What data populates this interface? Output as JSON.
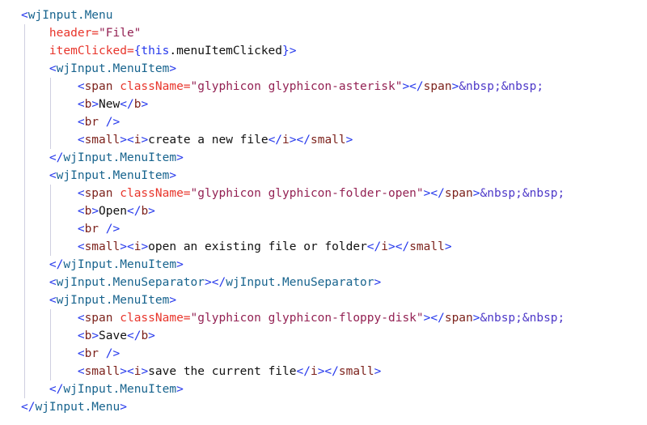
{
  "palette": {
    "p": "#2437ec",
    "kw": "#2437ec",
    "comp": "#18648e",
    "htag": "#7d231d",
    "attr": "#e8352b",
    "str": "#932153",
    "ent": "#4d38c8",
    "plain": "#111111",
    "indent_guide": "#cfcfe0",
    "background": "#ffffff"
  },
  "code": {
    "language": "jsx",
    "lines": [
      [
        [
          "p",
          "<"
        ],
        [
          "comp",
          "wjInput.Menu"
        ]
      ],
      [
        [
          "plain",
          "    "
        ],
        [
          "attr",
          "header="
        ],
        [
          "str",
          "\"File\""
        ]
      ],
      [
        [
          "plain",
          "    "
        ],
        [
          "attr",
          "itemClicked="
        ],
        [
          "p",
          "{"
        ],
        [
          "kw",
          "this"
        ],
        [
          "plain",
          ".menuItemClicked"
        ],
        [
          "p",
          "}>"
        ]
      ],
      [
        [
          "plain",
          "    "
        ],
        [
          "p",
          "<"
        ],
        [
          "comp",
          "wjInput.MenuItem"
        ],
        [
          "p",
          ">"
        ]
      ],
      [
        [
          "plain",
          "        "
        ],
        [
          "p",
          "<"
        ],
        [
          "htag",
          "span"
        ],
        [
          "plain",
          " "
        ],
        [
          "attr",
          "className="
        ],
        [
          "str",
          "\"glyphicon glyphicon-asterisk\""
        ],
        [
          "p",
          "></"
        ],
        [
          "htag",
          "span"
        ],
        [
          "p",
          ">"
        ],
        [
          "ent",
          "&nbsp;&nbsp;"
        ]
      ],
      [
        [
          "plain",
          "        "
        ],
        [
          "p",
          "<"
        ],
        [
          "htag",
          "b"
        ],
        [
          "p",
          ">"
        ],
        [
          "plain",
          "New"
        ],
        [
          "p",
          "</"
        ],
        [
          "htag",
          "b"
        ],
        [
          "p",
          ">"
        ]
      ],
      [
        [
          "plain",
          "        "
        ],
        [
          "p",
          "<"
        ],
        [
          "htag",
          "br"
        ],
        [
          "plain",
          " "
        ],
        [
          "p",
          "/>"
        ]
      ],
      [
        [
          "plain",
          "        "
        ],
        [
          "p",
          "<"
        ],
        [
          "htag",
          "small"
        ],
        [
          "p",
          "><"
        ],
        [
          "htag",
          "i"
        ],
        [
          "p",
          ">"
        ],
        [
          "plain",
          "create a new file"
        ],
        [
          "p",
          "</"
        ],
        [
          "htag",
          "i"
        ],
        [
          "p",
          "></"
        ],
        [
          "htag",
          "small"
        ],
        [
          "p",
          ">"
        ]
      ],
      [
        [
          "plain",
          "    "
        ],
        [
          "p",
          "</"
        ],
        [
          "comp",
          "wjInput.MenuItem"
        ],
        [
          "p",
          ">"
        ]
      ],
      [
        [
          "plain",
          "    "
        ],
        [
          "p",
          "<"
        ],
        [
          "comp",
          "wjInput.MenuItem"
        ],
        [
          "p",
          ">"
        ]
      ],
      [
        [
          "plain",
          "        "
        ],
        [
          "p",
          "<"
        ],
        [
          "htag",
          "span"
        ],
        [
          "plain",
          " "
        ],
        [
          "attr",
          "className="
        ],
        [
          "str",
          "\"glyphicon glyphicon-folder-open\""
        ],
        [
          "p",
          "></"
        ],
        [
          "htag",
          "span"
        ],
        [
          "p",
          ">"
        ],
        [
          "ent",
          "&nbsp;&nbsp;"
        ]
      ],
      [
        [
          "plain",
          "        "
        ],
        [
          "p",
          "<"
        ],
        [
          "htag",
          "b"
        ],
        [
          "p",
          ">"
        ],
        [
          "plain",
          "Open"
        ],
        [
          "p",
          "</"
        ],
        [
          "htag",
          "b"
        ],
        [
          "p",
          ">"
        ]
      ],
      [
        [
          "plain",
          "        "
        ],
        [
          "p",
          "<"
        ],
        [
          "htag",
          "br"
        ],
        [
          "plain",
          " "
        ],
        [
          "p",
          "/>"
        ]
      ],
      [
        [
          "plain",
          "        "
        ],
        [
          "p",
          "<"
        ],
        [
          "htag",
          "small"
        ],
        [
          "p",
          "><"
        ],
        [
          "htag",
          "i"
        ],
        [
          "p",
          ">"
        ],
        [
          "plain",
          "open an existing file or folder"
        ],
        [
          "p",
          "</"
        ],
        [
          "htag",
          "i"
        ],
        [
          "p",
          "></"
        ],
        [
          "htag",
          "small"
        ],
        [
          "p",
          ">"
        ]
      ],
      [
        [
          "plain",
          "    "
        ],
        [
          "p",
          "</"
        ],
        [
          "comp",
          "wjInput.MenuItem"
        ],
        [
          "p",
          ">"
        ]
      ],
      [
        [
          "plain",
          "    "
        ],
        [
          "p",
          "<"
        ],
        [
          "comp",
          "wjInput.MenuSeparator"
        ],
        [
          "p",
          "></"
        ],
        [
          "comp",
          "wjInput.MenuSeparator"
        ],
        [
          "p",
          ">"
        ]
      ],
      [
        [
          "plain",
          "    "
        ],
        [
          "p",
          "<"
        ],
        [
          "comp",
          "wjInput.MenuItem"
        ],
        [
          "p",
          ">"
        ]
      ],
      [
        [
          "plain",
          "        "
        ],
        [
          "p",
          "<"
        ],
        [
          "htag",
          "span"
        ],
        [
          "plain",
          " "
        ],
        [
          "attr",
          "className="
        ],
        [
          "str",
          "\"glyphicon glyphicon-floppy-disk\""
        ],
        [
          "p",
          "></"
        ],
        [
          "htag",
          "span"
        ],
        [
          "p",
          ">"
        ],
        [
          "ent",
          "&nbsp;&nbsp;"
        ]
      ],
      [
        [
          "plain",
          "        "
        ],
        [
          "p",
          "<"
        ],
        [
          "htag",
          "b"
        ],
        [
          "p",
          ">"
        ],
        [
          "plain",
          "Save"
        ],
        [
          "p",
          "</"
        ],
        [
          "htag",
          "b"
        ],
        [
          "p",
          ">"
        ]
      ],
      [
        [
          "plain",
          "        "
        ],
        [
          "p",
          "<"
        ],
        [
          "htag",
          "br"
        ],
        [
          "plain",
          " "
        ],
        [
          "p",
          "/>"
        ]
      ],
      [
        [
          "plain",
          "        "
        ],
        [
          "p",
          "<"
        ],
        [
          "htag",
          "small"
        ],
        [
          "p",
          "><"
        ],
        [
          "htag",
          "i"
        ],
        [
          "p",
          ">"
        ],
        [
          "plain",
          "save the current file"
        ],
        [
          "p",
          "</"
        ],
        [
          "htag",
          "i"
        ],
        [
          "p",
          "></"
        ],
        [
          "htag",
          "small"
        ],
        [
          "p",
          ">"
        ]
      ],
      [
        [
          "plain",
          "    "
        ],
        [
          "p",
          "</"
        ],
        [
          "comp",
          "wjInput.MenuItem"
        ],
        [
          "p",
          ">"
        ]
      ],
      [
        [
          "p",
          "</"
        ],
        [
          "comp",
          "wjInput.Menu"
        ],
        [
          "p",
          ">"
        ]
      ]
    ]
  }
}
